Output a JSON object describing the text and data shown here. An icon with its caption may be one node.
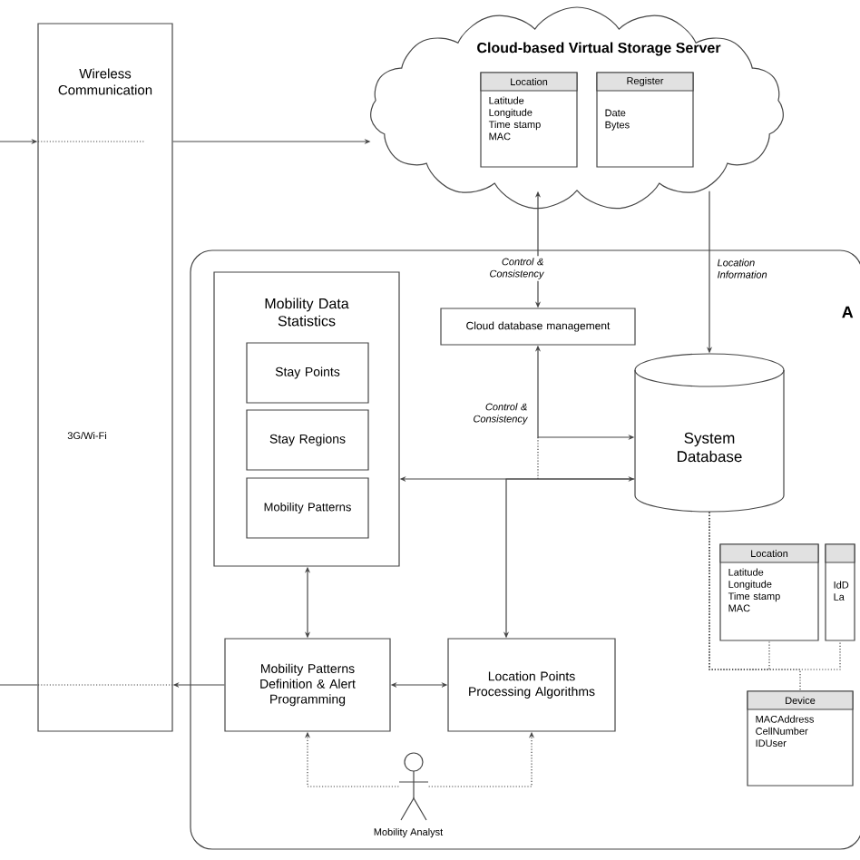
{
  "diagram": {
    "nodes": [
      {
        "text": [
          "Wireless Communication",
          "3G/Wi-Fi"
        ]
      },
      {
        "text": [
          "Cloud-based Virtual Storage Server"
        ]
      },
      {
        "text": [
          "Location",
          "Latitude Longitude Time stamp MAC"
        ],
        "in": 1
      },
      {
        "text": [
          "Register",
          "Date Bytes"
        ],
        "in": 1
      },
      {
        "text": [
          "A"
        ]
      },
      {
        "text": [
          "Mobility Data Statistics"
        ],
        "in": 4
      },
      {
        "text": [
          "Stay Points"
        ],
        "in": 5
      },
      {
        "text": [
          "Stay Regions"
        ],
        "in": 5
      },
      {
        "text": [
          "Mobility Patterns"
        ],
        "in": 5
      },
      {
        "text": [
          "Cloud database management"
        ],
        "in": 4
      },
      {
        "text": [
          "System Database"
        ],
        "in": 4
      },
      {
        "text": [
          "Location",
          "Latitude Longitude Time stamp MAC"
        ],
        "in": 4
      },
      {
        "text": [
          "IdD La"
        ],
        "in": 4
      },
      {
        "text": [
          "Device",
          "MACAddress CellNumber IDUser"
        ],
        "in": 4
      },
      {
        "text": [
          "Mobility Patterns Definition & Alert Programming"
        ],
        "in": 4
      },
      {
        "text": [
          "Location Points Processing Algorithms"
        ],
        "in": 4
      },
      {
        "text": [],
        "shape": "person",
        "beside": [
          "Mobility Analyst"
        ],
        "in": 4
      }
    ],
    "edges": [
      {
        "from": null,
        "to": 0,
        "arrow": "to"
      },
      {
        "from": 0,
        "to": 1,
        "arrow": "to"
      },
      {
        "from": 1,
        "to": 9,
        "arrow": "both",
        "label": "Control & Consistency"
      },
      {
        "from": 1,
        "to": 10,
        "arrow": "to",
        "label": "Location Information"
      },
      {
        "from": 9,
        "to": 10,
        "arrow": "both",
        "label": "Control & Consistency"
      },
      {
        "from": 5,
        "to": 10,
        "arrow": "both"
      },
      {
        "from": 10,
        "to": 15,
        "arrow": "to"
      },
      {
        "from": 5,
        "to": 14,
        "arrow": "both"
      },
      {
        "from": 14,
        "to": 15,
        "arrow": "both"
      },
      {
        "from": 14,
        "to": 0,
        "arrow": "to"
      },
      {
        "from": 0,
        "to": null,
        "arrow": "none"
      },
      {
        "from": 16,
        "to": 14,
        "arrow": "to",
        "style": "dashed"
      },
      {
        "from": 16,
        "to": 15,
        "arrow": "to",
        "style": "dashed"
      },
      {
        "from": 10,
        "to": 11,
        "arrow": "none",
        "style": "dashed"
      },
      {
        "from": 10,
        "to": 12,
        "arrow": "none",
        "style": "dashed"
      },
      {
        "from": 10,
        "to": 13,
        "arrow": "none",
        "style": "dashed"
      }
    ]
  }
}
